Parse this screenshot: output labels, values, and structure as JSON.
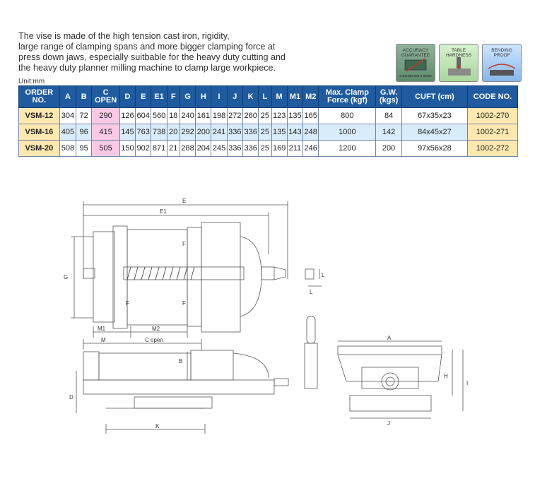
{
  "description": [
    "The vise is made of the high tension cast iron, rigidity,",
    "large range of clamping spans and more bigger clamping force at",
    "press down jaws, especially suitbable for the heavy duty cutting and",
    "the heavy duty planner milling machine to clamp large workpiece."
  ],
  "unit": "Unit:mm",
  "badges": [
    {
      "label": "ACCURACY GUARANTEE",
      "sub": "0.01/100 MM 0.02/50"
    },
    {
      "label": "TABLE HARDNESS",
      "sub": ""
    },
    {
      "label": "BENDING PROOF",
      "sub": ""
    }
  ],
  "table": {
    "headers": [
      "ORDER NO.",
      "A",
      "B",
      "C OPEN",
      "D",
      "E",
      "E1",
      "F",
      "G",
      "H",
      "I",
      "J",
      "K",
      "L",
      "M",
      "M1",
      "M2",
      "Max. Clamp Force (kgf)",
      "G.W. (kgs)",
      "CUFT (cm)",
      "CODE NO."
    ],
    "rows": [
      [
        "VSM-12",
        "304",
        "72",
        "290",
        "126",
        "604",
        "560",
        "18",
        "240",
        "161",
        "198",
        "272",
        "260",
        "25",
        "123",
        "135",
        "165",
        "800",
        "84",
        "67x35x23",
        "1002-270"
      ],
      [
        "VSM-16",
        "405",
        "96",
        "415",
        "145",
        "763",
        "738",
        "20",
        "292",
        "200",
        "241",
        "336",
        "336",
        "25",
        "135",
        "143",
        "248",
        "1000",
        "142",
        "84x45x27",
        "1002-271"
      ],
      [
        "VSM-20",
        "508",
        "95",
        "505",
        "150",
        "902",
        "871",
        "21",
        "288",
        "204",
        "245",
        "336",
        "336",
        "25",
        "169",
        "211",
        "246",
        "1200",
        "200",
        "97x56x28",
        "1002-272"
      ]
    ]
  },
  "drawing_labels": {
    "E": "E",
    "E1": "E1",
    "G": "G",
    "F": "F",
    "M1": "M1",
    "M2": "M2",
    "M": "M",
    "C": "C open",
    "B": "B",
    "D": "D",
    "K": "K",
    "L": "L",
    "A": "A",
    "H": "H",
    "I": "I",
    "J": "J"
  }
}
